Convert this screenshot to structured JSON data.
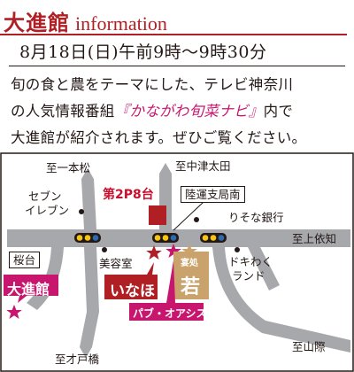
{
  "header": {
    "title_jp": "大進館",
    "title_en": "information",
    "date": "8月18日(日)午前9時〜9時30分",
    "body_line1": "旬の食と農をテーマにした、テレビ神奈川",
    "body_line2_pre": "の人気情報番組",
    "program": "『かながわ旬菜ナビ』",
    "body_line2_post": "内で",
    "body_line3": "大進館が紹介されます。ぜひご覧ください。"
  },
  "map": {
    "roads": {
      "ippon_matsu": "至一本松",
      "naka_tsuda": "至中津太田",
      "kami_yoriyori": "至上依知",
      "sayama": "至山際",
      "saitobashi": "至才戸橋"
    },
    "places": {
      "seven_line1": "セブン",
      "seven_line2": "イレブン",
      "parking": "第2P8台",
      "rikuun": "陸運支局南",
      "risona": "りそな銀行",
      "sakuradai": "桜台",
      "biyoushitsu": "美容室",
      "dokiwaku_line1": "ドキわく",
      "dokiwaku_line2": "ランド",
      "daishinkan": "大進館",
      "inaho": "いなほ",
      "enjo_small": "宴処",
      "enjo_large": "若",
      "pub": "パブ・オアシス"
    },
    "colors": {
      "red": "#b01f24",
      "pink": "#c8166f",
      "gold": "#c9a36b",
      "signal_yellow": "#f5c518",
      "signal_blue": "#2b6cb0"
    }
  }
}
